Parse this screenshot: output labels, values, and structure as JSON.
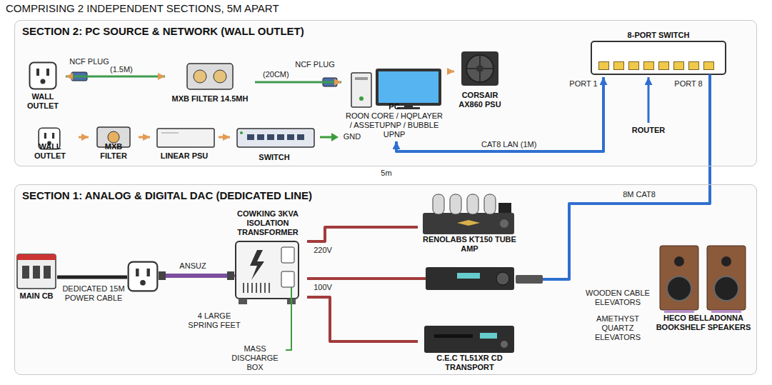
{
  "diagram": {
    "title": "COMPRISING 2 INDEPENDENT SECTIONS, 5M APART",
    "nodes": [
      {
        "text": [
          "SECTION 2: PC SOURCE & NETWORK (WALL OUTLET)"
        ]
      },
      {
        "text": [
          "WALL OUTLET"
        ],
        "in": 0
      },
      {
        "text": [
          "MXB FILTER 14.5MH"
        ],
        "in": 0
      },
      {
        "text": [
          "PC",
          "ROON CORE / HQPLAYER / ASSETUPNP / BUBBLE UPNP"
        ],
        "in": 0
      },
      {
        "text": [
          "CORSAIR AX860 PSU"
        ],
        "in": 0
      },
      {
        "text": [
          "WALL OUTLET"
        ],
        "in": 0
      },
      {
        "text": [
          "MXB FILTER"
        ],
        "in": 0
      },
      {
        "text": [
          "LINEAR PSU"
        ],
        "in": 0
      },
      {
        "text": [
          "SWITCH"
        ],
        "in": 0
      },
      {
        "text": [
          "8-PORT SWITCH"
        ],
        "in": 0
      },
      {
        "text": [
          "ROUTER"
        ],
        "in": 0
      },
      {
        "text": [
          "SECTION 1: ANALOG & DIGITAL DAC (DEDICATED LINE)"
        ]
      },
      {
        "text": [
          "MAIN CB"
        ],
        "in": 11
      },
      {
        "text": [
          "COWKING 3KVA ISOLATION TRANSFORMER"
        ],
        "in": 11
      },
      {
        "text": [
          "RENOLABS KT150 TUBE AMP"
        ],
        "in": 11
      },
      {
        "text": [
          "C.E.C TL51XR CD TRANSPORT"
        ],
        "in": 11
      },
      {
        "text": [
          "HECO BELLADONNA BOOKSHELF SPEAKERS"
        ],
        "in": 11
      }
    ],
    "edges": [
      {
        "from": 1,
        "to": 2,
        "arrow": "both",
        "label": "(1.5M)"
      },
      {
        "from": 2,
        "to": 3,
        "arrow": "to",
        "label": "(20CM)"
      },
      {
        "from": 3,
        "to": 4,
        "arrow": "to"
      },
      {
        "from": 5,
        "to": 6,
        "arrow": "to"
      },
      {
        "from": 6,
        "to": 7,
        "arrow": "to"
      },
      {
        "from": 7,
        "to": 8,
        "arrow": "to"
      },
      {
        "from": 9,
        "to": 3,
        "arrow": "both",
        "label": "CAT8 LAN (1M)"
      },
      {
        "from": 10,
        "to": 9,
        "arrow": "to"
      },
      {
        "from": 13,
        "to": 14,
        "arrow": "none"
      },
      {
        "from": 13,
        "to": 15,
        "arrow": "none"
      }
    ],
    "labels": [
      "NCF PLUG",
      "NCF PLUG",
      "PORT 1",
      "PORT 8",
      "GND",
      "5m",
      "8M CAT8",
      "DEDICATED 15M POWER CABLE",
      "ANSUZ",
      "4 LARGE SPRING FEET",
      "220V",
      "100V",
      "MASS DISCHARGE BOX",
      "WOODEN CABLE ELEVATORS",
      "AMETHYST QUARTZ ELEVATORS"
    ]
  }
}
